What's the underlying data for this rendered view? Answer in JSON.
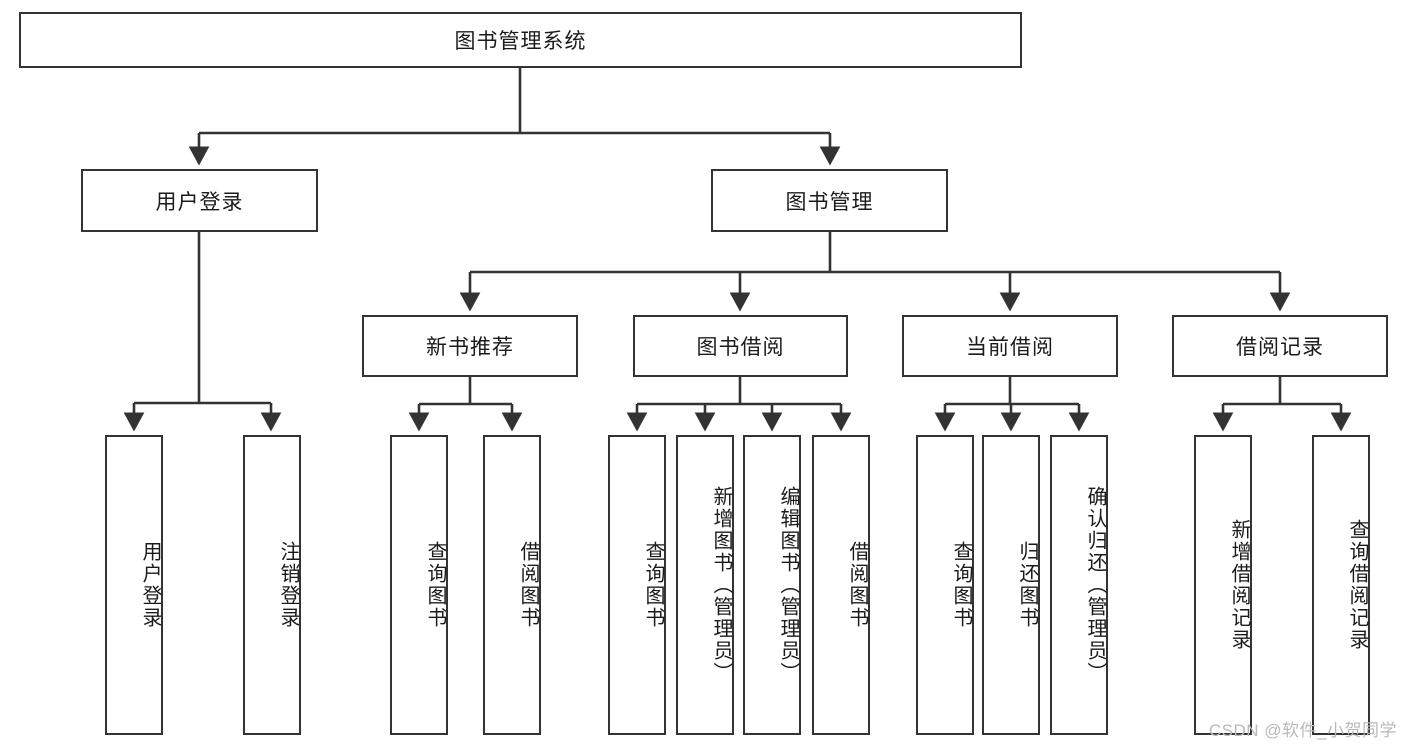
{
  "diagram": {
    "type": "tree-hierarchy-chart",
    "title": "图书管理系统",
    "watermark": "CSDN @软件_小贺同学",
    "colors": {
      "box_border": "#333333",
      "box_fill": "#ffffff",
      "connector": "#333333",
      "text": "#1b1b1b",
      "watermark": "#b9b9b9",
      "background": "#ffffff"
    },
    "nodes": {
      "root": {
        "label": "图书管理系统"
      },
      "level2": [
        {
          "id": "user-login",
          "label": "用户登录"
        },
        {
          "id": "book-management",
          "label": "图书管理"
        }
      ],
      "level3": [
        {
          "id": "new-book-recommend",
          "label": "新书推荐"
        },
        {
          "id": "book-borrow",
          "label": "图书借阅"
        },
        {
          "id": "current-borrow",
          "label": "当前借阅"
        },
        {
          "id": "borrow-record",
          "label": "借阅记录"
        }
      ],
      "leaves": {
        "user_login": [
          {
            "id": "leaf-user-login",
            "label": "用户登录"
          },
          {
            "id": "leaf-logout",
            "label": "注销登录"
          }
        ],
        "new_book_recommend": [
          {
            "id": "leaf-query-book-1",
            "label": "查询图书"
          },
          {
            "id": "leaf-borrow-book-1",
            "label": "借阅图书"
          }
        ],
        "book_borrow": [
          {
            "id": "leaf-query-book-2",
            "label": "查询图书"
          },
          {
            "id": "leaf-add-book",
            "label": "新增图书（管理员）"
          },
          {
            "id": "leaf-edit-book",
            "label": "编辑图书（管理员）"
          },
          {
            "id": "leaf-borrow-book-2",
            "label": "借阅图书"
          }
        ],
        "current_borrow": [
          {
            "id": "leaf-query-book-3",
            "label": "查询图书"
          },
          {
            "id": "leaf-return-book",
            "label": "归还图书"
          },
          {
            "id": "leaf-confirm-return",
            "label": "确认归还（管理员）"
          }
        ],
        "borrow_record": [
          {
            "id": "leaf-add-record",
            "label": "新增借阅记录"
          },
          {
            "id": "leaf-query-record",
            "label": "查询借阅记录"
          }
        ]
      }
    }
  }
}
